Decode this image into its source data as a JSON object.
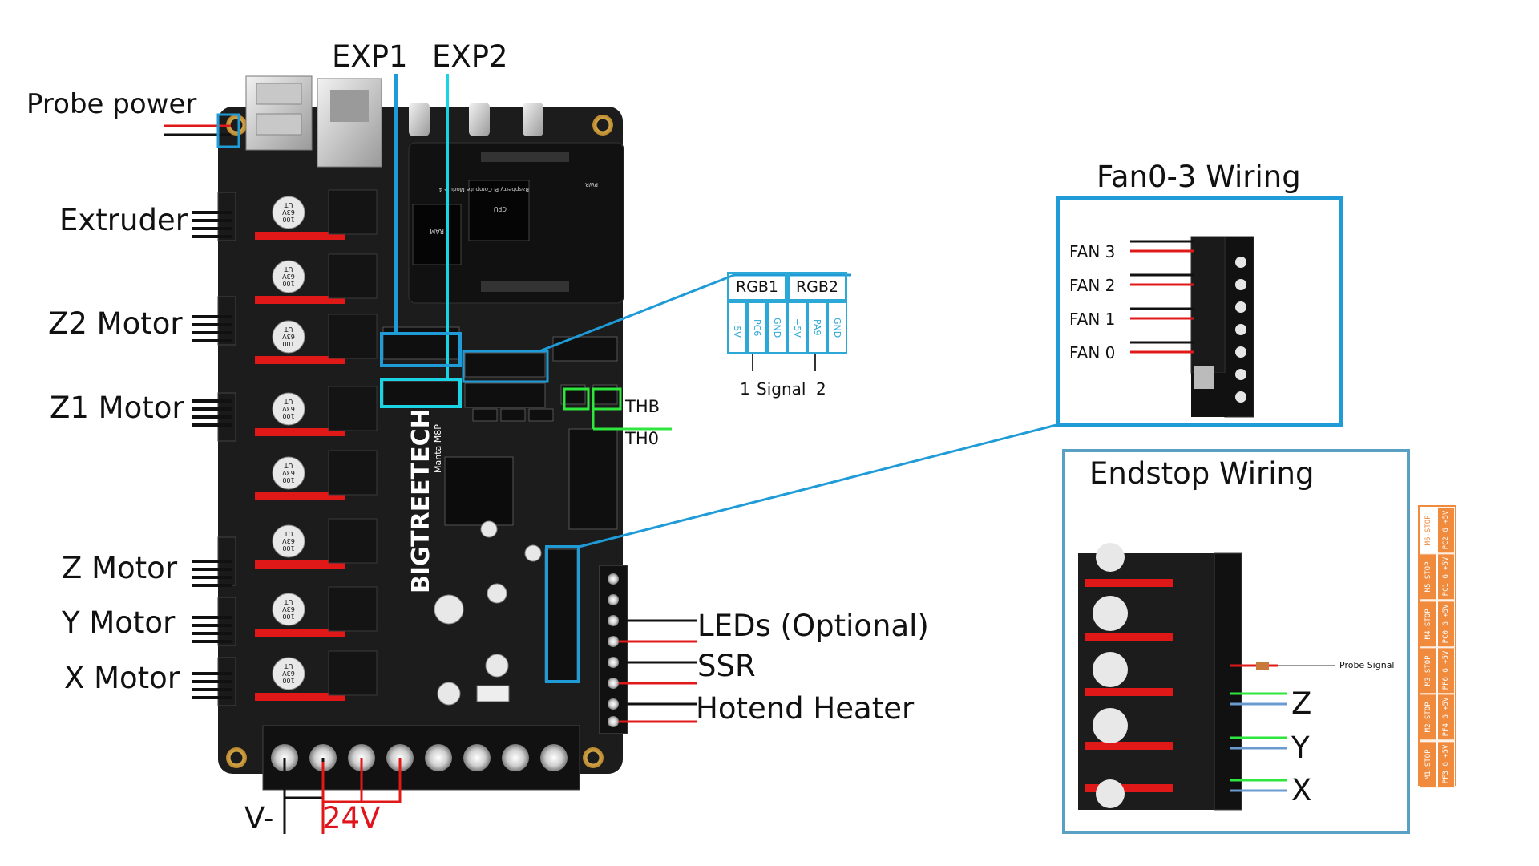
{
  "board": {
    "brand_text": "BIGTREETECH",
    "model_text": "Manta M8P",
    "module_text": "Raspberry Pi Compute Module 4",
    "chip_labels": {
      "cpu": "CPU",
      "ram": "RAM",
      "pwr": "PWR"
    },
    "capacitor_text": [
      "100",
      "63V",
      "UT"
    ]
  },
  "top_labels": {
    "exp1": "EXP1",
    "exp2": "EXP2",
    "probe_power": "Probe power"
  },
  "motor_labels": [
    "Extruder",
    "Z2 Motor",
    "Z1 Motor",
    "Z Motor",
    "Y Motor",
    "X Motor"
  ],
  "thermistor_labels": {
    "thb": "THB",
    "th0": "TH0"
  },
  "rgb_panel": {
    "headers": [
      "RGB1",
      "RGB2"
    ],
    "pins": [
      "+5V",
      "PC6",
      "GND",
      "+5V",
      "PA9",
      "GND"
    ],
    "caption_left": "1",
    "caption_mid": "Signal",
    "caption_right": "2"
  },
  "output_labels": {
    "leds": "LEDs (Optional)",
    "ssr": "SSR",
    "hotend": "Hotend Heater"
  },
  "power_labels": {
    "vminus": "V-",
    "v24": "24V"
  },
  "fan_panel": {
    "title": "Fan0-3 Wiring",
    "fans": [
      "FAN 3",
      "FAN 2",
      "FAN 1",
      "FAN 0"
    ]
  },
  "endstop_panel": {
    "title": "Endstop Wiring",
    "probe_signal": "Probe Signal",
    "axes": [
      "Z",
      "Y",
      "X"
    ],
    "stop_tabs": [
      {
        "name": "M6-STOP",
        "pin": "PC2 G +5V"
      },
      {
        "name": "M5-STOP",
        "pin": "PC1 G +5V"
      },
      {
        "name": "M4-STOP",
        "pin": "PC0 G +5V"
      },
      {
        "name": "M3-STOP",
        "pin": "PF6 G +5V"
      },
      {
        "name": "M2-STOP",
        "pin": "PF4 G +5V"
      },
      {
        "name": "M1-STOP",
        "pin": "PF3 G +5V"
      }
    ]
  },
  "colors": {
    "board": "#1c1c1c",
    "connector_red": "#e01818",
    "cyan": "#1ad4e6",
    "blue": "#1f9bd8",
    "green": "#2ee63c",
    "orange": "#f08a3c",
    "panel_border": "#5a9fc4"
  }
}
